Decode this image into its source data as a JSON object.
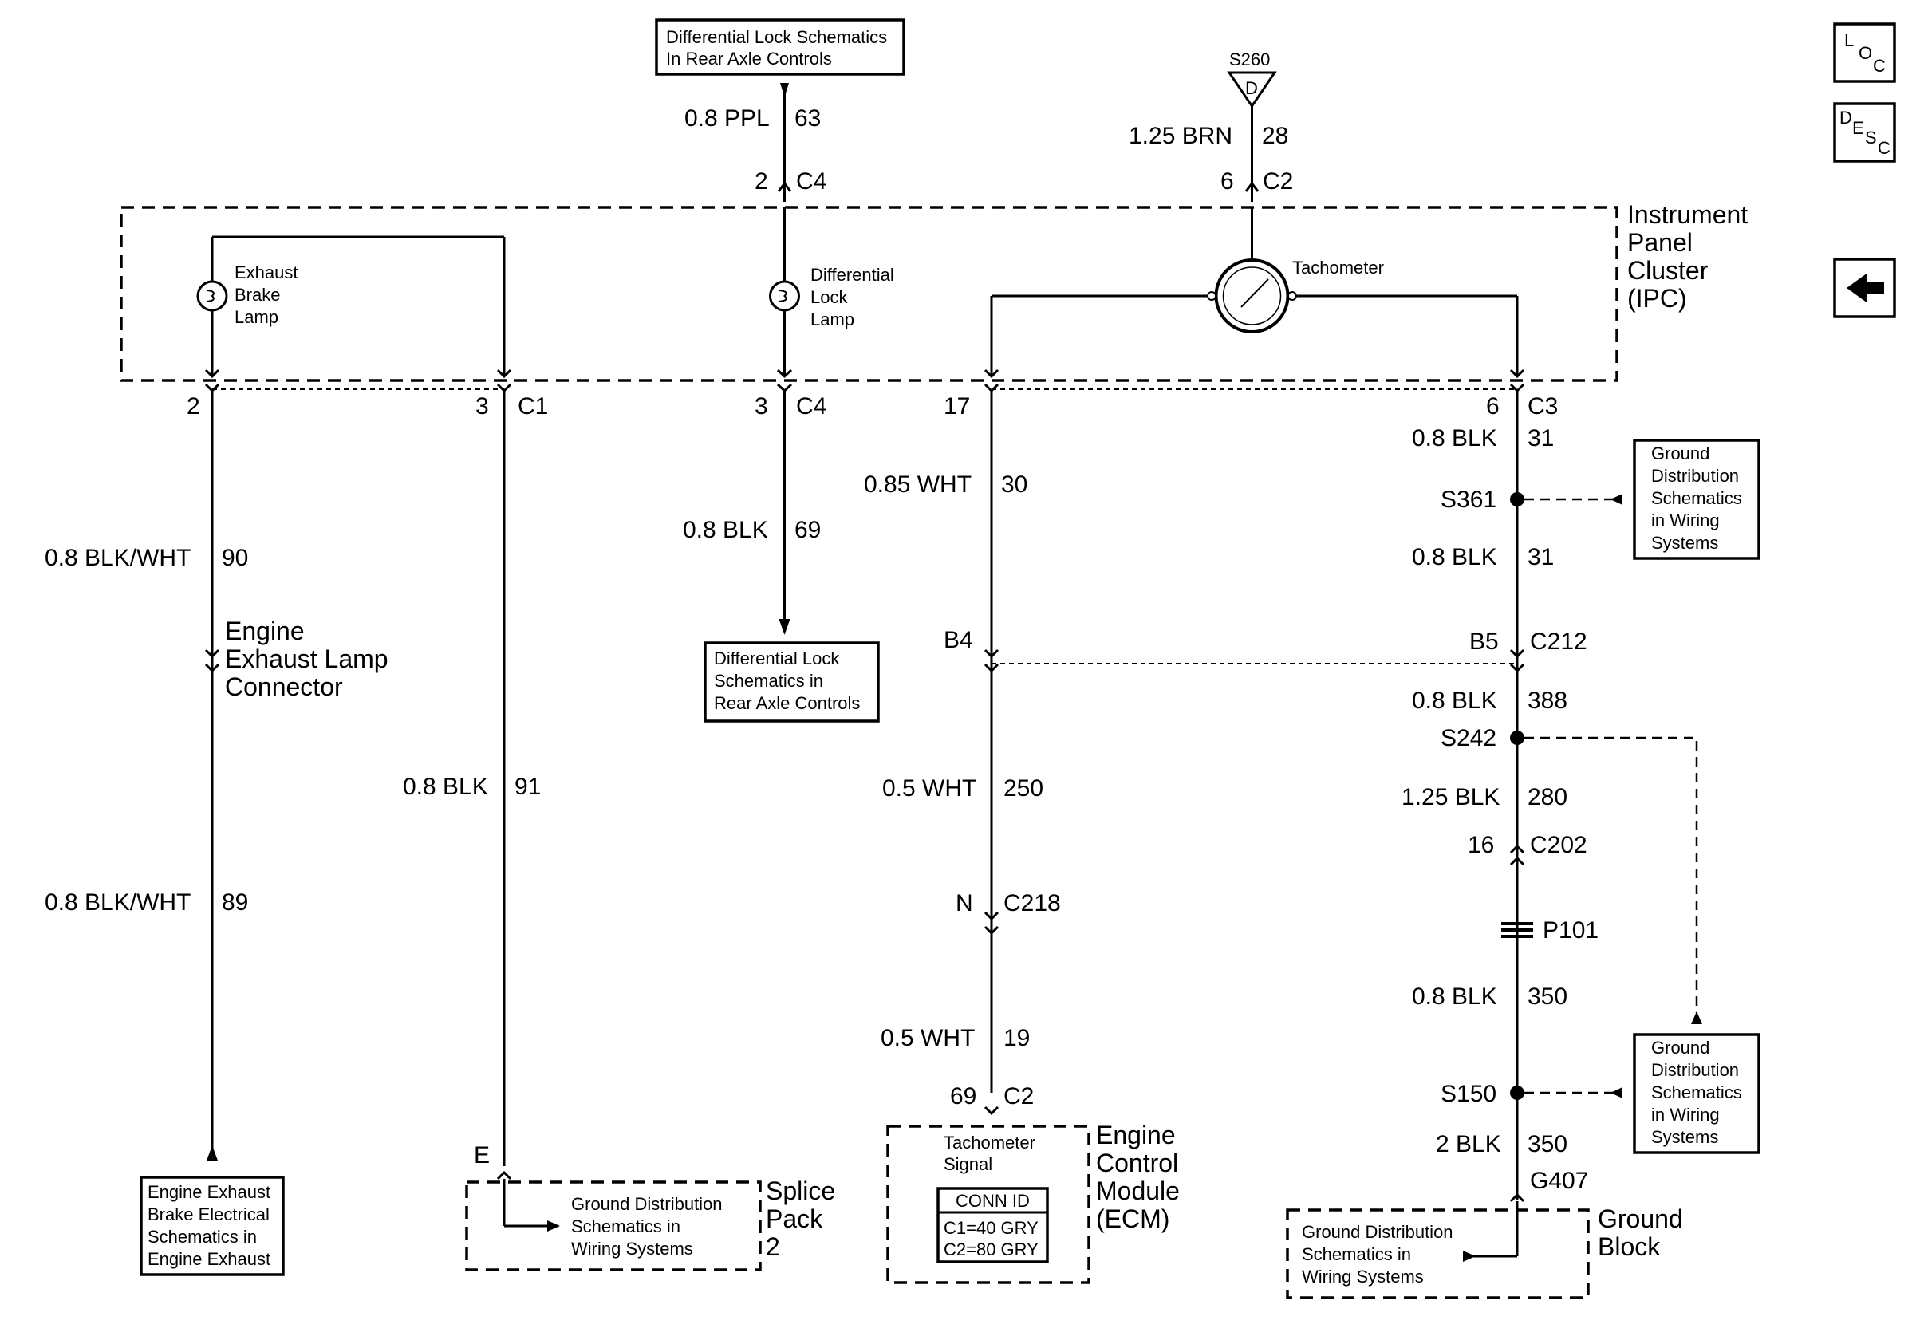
{
  "nav": {
    "loc": {
      "a": "L",
      "b": "O",
      "c": "C"
    },
    "desc": {
      "a": "D",
      "b": "E",
      "c": "S",
      "d": "C"
    }
  },
  "ipc": {
    "title": [
      "Instrument",
      "Panel",
      "Cluster",
      "(IPC)"
    ],
    "exhaust_lamp": [
      "Exhaust",
      "Brake",
      "Lamp"
    ],
    "diff_lamp": [
      "Differential",
      "Lock",
      "Lamp"
    ],
    "tachometer": "Tachometer"
  },
  "top": {
    "diff_ref": [
      "Differential Lock Schematics",
      "In Rear Axle Controls"
    ],
    "w63_gauge": "0.8 PPL",
    "w63_circuit": "63",
    "c4_pin": "2",
    "c4_name": "C4",
    "s260": "S260",
    "s260_letter": "D",
    "w28_gauge": "1.25 BRN",
    "w28_circuit": "28",
    "c2_pin": "6",
    "c2_name": "C2"
  },
  "connectors": {
    "c1_pin_a": "2",
    "c1_pin_b": "3",
    "c1_name": "C1",
    "c4_pin": "3",
    "c4_name": "C4",
    "c3_pin_a": "17",
    "c3_pin_b": "6",
    "c3_name": "C3"
  },
  "col1": {
    "w90_gauge": "0.8 BLK/WHT",
    "w90_circuit": "90",
    "conn_label": [
      "Engine",
      "Exhaust Lamp",
      "Connector"
    ],
    "w89_gauge": "0.8 BLK/WHT",
    "w89_circuit": "89",
    "ref": [
      "Engine Exhaust",
      "Brake Electrical",
      "Schematics in",
      "Engine Exhaust"
    ]
  },
  "col2": {
    "w91_gauge": "0.8 BLK",
    "w91_circuit": "91",
    "pin": "E",
    "splice_ref": [
      "Ground Distribution",
      "Schematics in",
      "Wiring Systems"
    ],
    "splice_label": [
      "Splice",
      "Pack",
      "2"
    ]
  },
  "col3": {
    "w69_gauge": "0.8 BLK",
    "w69_circuit": "69",
    "ref": [
      "Differential Lock",
      "Schematics in",
      "Rear Axle Controls"
    ]
  },
  "col4": {
    "w30_gauge": "0.85 WHT",
    "w30_circuit": "30",
    "b4": "B4",
    "w250_gauge": "0.5 WHT",
    "w250_circuit": "250",
    "c218_pin": "N",
    "c218_name": "C218",
    "w19_gauge": "0.5 WHT",
    "w19_circuit": "19",
    "c2_pin": "69",
    "c2_name": "C2",
    "ecm_signal": [
      "Tachometer",
      "Signal"
    ],
    "conn_id": "CONN ID",
    "conn_c1": "C1=40 GRY",
    "conn_c2": "C2=80 GRY",
    "ecm_label": [
      "Engine",
      "Control",
      "Module",
      "(ECM)"
    ]
  },
  "col5": {
    "w31a_gauge": "0.8 BLK",
    "w31a_circuit": "31",
    "s361": "S361",
    "w31b_gauge": "0.8 BLK",
    "w31b_circuit": "31",
    "b5": "B5",
    "c212": "C212",
    "w388_gauge": "0.8 BLK",
    "w388_circuit": "388",
    "s242": "S242",
    "w280_gauge": "1.25 BLK",
    "w280_circuit": "280",
    "c202_pin": "16",
    "c202_name": "C202",
    "p101": "P101",
    "w350a_gauge": "0.8 BLK",
    "w350a_circuit": "350",
    "s150": "S150",
    "w350b_gauge": "2 BLK",
    "w350b_circuit": "350",
    "g407": "G407",
    "gb_ref": [
      "Ground Distribution",
      "Schematics in",
      "Wiring Systems"
    ],
    "gb_label": [
      "Ground",
      "Block"
    ],
    "ref1": [
      "Ground",
      "Distribution",
      "Schematics",
      "in Wiring",
      "Systems"
    ],
    "ref2": [
      "Ground",
      "Distribution",
      "Schematics",
      "in Wiring",
      "Systems"
    ]
  }
}
